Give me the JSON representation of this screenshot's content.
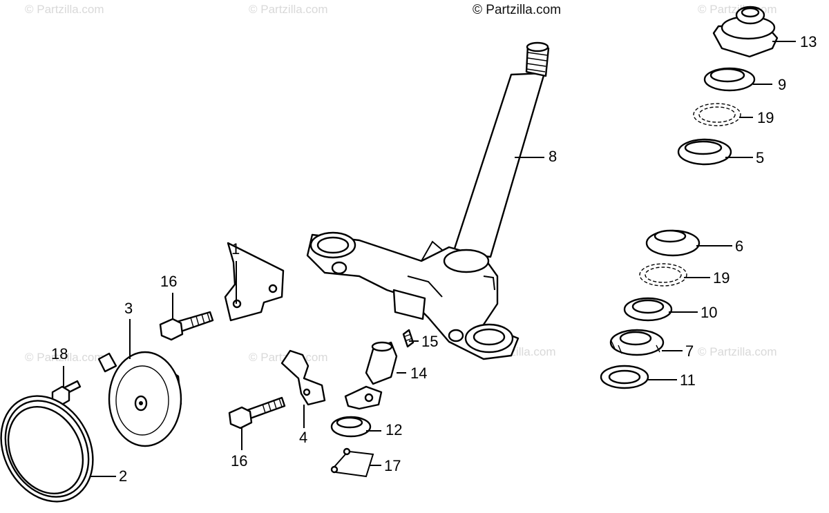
{
  "copyright": "© Partzilla.com",
  "watermark": "© Partzilla.com",
  "callouts": {
    "c1": "1",
    "c2": "2",
    "c3": "3",
    "c4": "4",
    "c5": "5",
    "c6": "6",
    "c7": "7",
    "c8": "8",
    "c9": "9",
    "c10": "10",
    "c11": "11",
    "c12": "12",
    "c13": "13",
    "c14": "14",
    "c15": "15",
    "c16a": "16",
    "c16b": "16",
    "c17": "17",
    "c18": "18",
    "c19a": "19",
    "c19b": "19"
  }
}
